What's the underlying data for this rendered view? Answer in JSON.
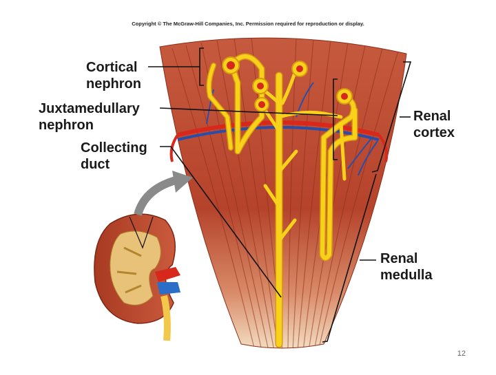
{
  "copyright": "Copyright © The McGraw-Hill Companies, Inc. Permission required for reproduction or display.",
  "labels": {
    "cortical_nephron": [
      "Cortical",
      "nephron"
    ],
    "juxtamedullary_nephron": [
      "Juxtamedullary",
      "nephron"
    ],
    "collecting_duct": [
      "Collecting",
      "duct"
    ],
    "renal_cortex": [
      "Renal",
      "cortex"
    ],
    "renal_medulla": [
      "Renal",
      "medulla"
    ]
  },
  "page_number": "12",
  "colors": {
    "medulla": "#b8452c",
    "medulla_light": "#e9c9a6",
    "cortex": "#c5573b",
    "artery": "#d8281c",
    "vein": "#2a4ea8",
    "nephron": "#f8d21a",
    "nephron_outline": "#d79a10",
    "arrow": "#8a8a8a",
    "leader": "#111111"
  }
}
